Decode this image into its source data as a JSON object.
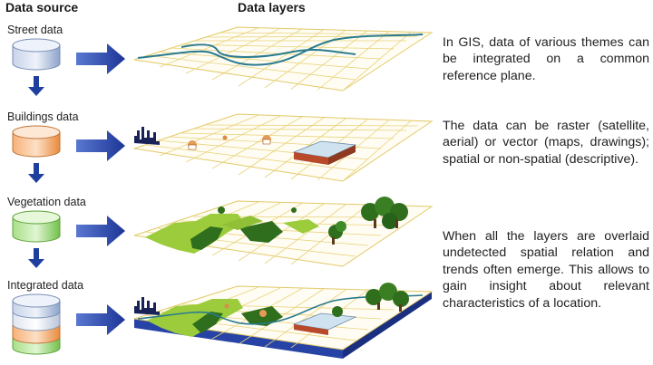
{
  "headers": {
    "data_source": "Data source",
    "data_layers": "Data layers"
  },
  "sources": [
    {
      "label": "Street data",
      "fill": "#9fb4d4"
    },
    {
      "label": "Buildings data",
      "fill": "#f2a86a"
    },
    {
      "label": "Vegetation data",
      "fill": "#9bd67a"
    },
    {
      "label": "Integrated data",
      "fill": "#a9bcd6"
    }
  ],
  "description": [
    "In GIS, data of various themes can be integrated on a common reference plane.",
    "The data can be raster (satellite, aerial) or vector (maps, drawings); spatial or non-spatial (descriptive).",
    "When all the layers are overlaid undetected spatial relation and trends often emerge. This allows to gain insight about relevant characteristics of a location."
  ],
  "colors": {
    "arrow": "#1f3f9e",
    "grid": "#e8d27a",
    "road": "#2a7b8f",
    "vegetation_light": "#9ccc3c",
    "vegetation_dark": "#2f6e1d",
    "base": "#2743a6"
  }
}
